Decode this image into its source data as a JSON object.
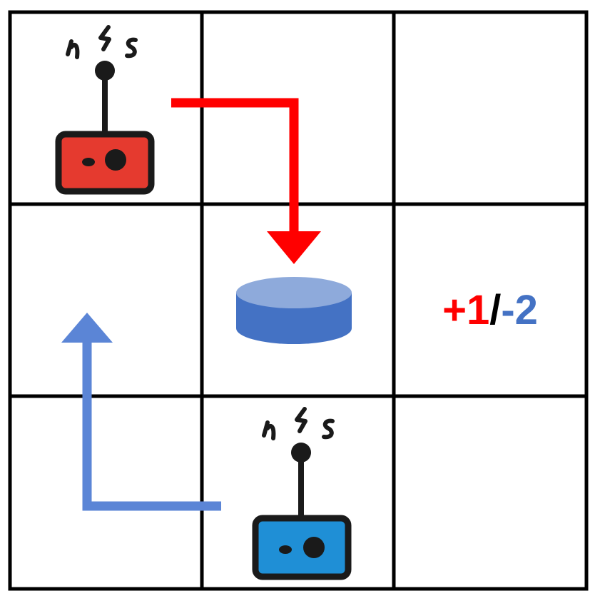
{
  "grid": {
    "rows": 3,
    "cols": 3
  },
  "agents": [
    {
      "name": "red-agent",
      "cell": [
        0,
        0
      ],
      "color": "#e53a2f"
    },
    {
      "name": "blue-agent",
      "cell": [
        2,
        1
      ],
      "color": "#1f8fd6"
    }
  ],
  "goal": {
    "cell": [
      1,
      1
    ],
    "top_color": "#8eaadb",
    "side_color": "#4472c4"
  },
  "arrows": {
    "red": {
      "color": "#ff0000",
      "from_cell": [
        0,
        0
      ],
      "to_cell": [
        1,
        1
      ]
    },
    "blue": {
      "color": "#5b85d6",
      "from_cell": [
        2,
        1
      ],
      "to_cell": [
        1,
        0
      ]
    }
  },
  "reward": {
    "cell": [
      1,
      2
    ],
    "red_value": "+1",
    "separator": "/",
    "blue_value": "-2",
    "red_color": "#ff0000",
    "separator_color": "#000000",
    "blue_color": "#4472c4"
  }
}
